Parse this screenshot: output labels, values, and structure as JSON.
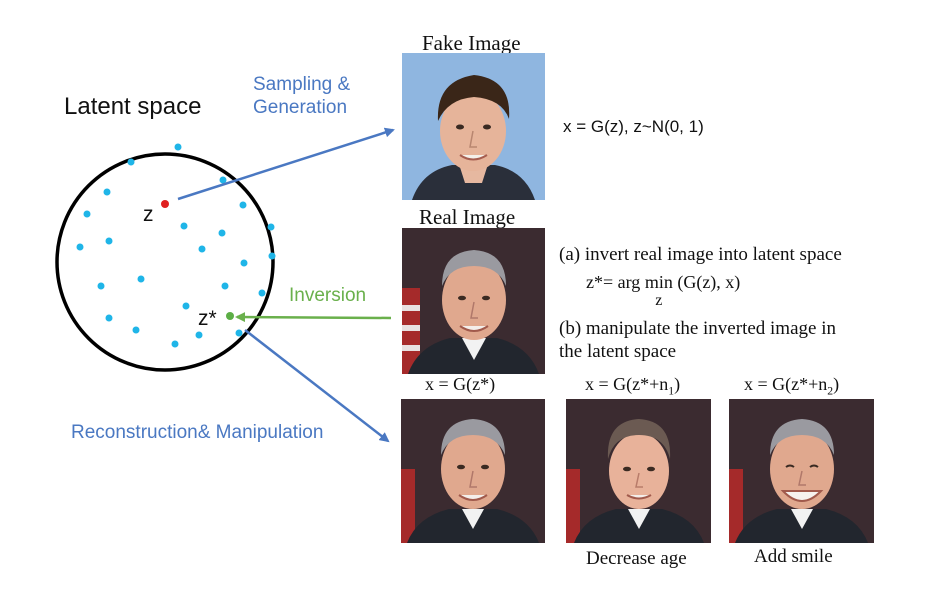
{
  "latent": {
    "title": "Latent space",
    "z_label": "z",
    "zstar_label": "z*"
  },
  "arrows": {
    "sampling_line1": "Sampling &",
    "sampling_line2": "Generation",
    "inversion": "Inversion",
    "reconstruction": "Reconstruction& Manipulation"
  },
  "fake": {
    "title": "Fake Image",
    "equation": "x = G(z), z~N(0, 1)"
  },
  "real": {
    "title": "Real Image",
    "step_a": "(a) invert real image into latent space",
    "argmin_prefix": "z*= arg",
    "argmin_op": "min",
    "argmin_sub": "z",
    "argmin_suffix": " (G(z), x)",
    "step_b_line1": "(b) manipulate the inverted image in",
    "step_b_line2": "the latent space"
  },
  "outputs": [
    {
      "label_main": "x = G(z*)",
      "label_sub": "",
      "label_tail": "",
      "caption": ""
    },
    {
      "label_main": "x = G(z*+n",
      "label_sub": "1",
      "label_tail": ")",
      "caption": "Decrease age"
    },
    {
      "label_main": "x = G(z*+n",
      "label_sub": "2",
      "label_tail": ")",
      "caption": "Add smile"
    }
  ],
  "colors": {
    "arrow_blue": "#4a78c2",
    "arrow_green": "#6ab04c",
    "dot_cyan": "#1fb5e8",
    "dot_red": "#e02020",
    "dot_green": "#5cae46"
  }
}
